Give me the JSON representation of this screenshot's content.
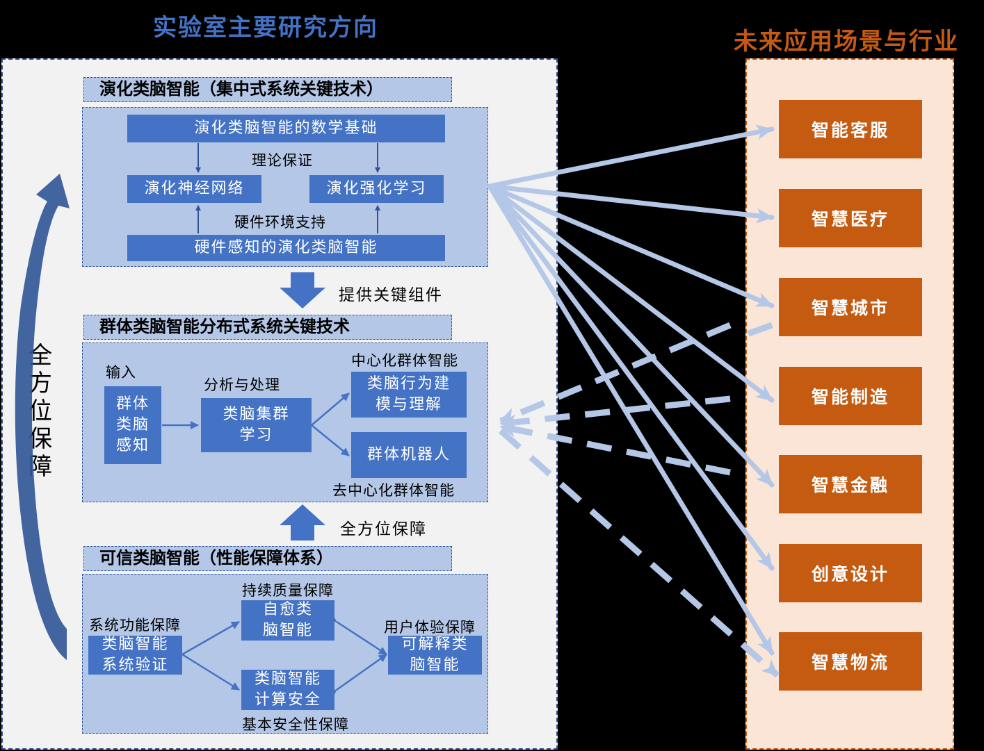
{
  "titles": {
    "left": "实验室主要研究方向",
    "right": "未来应用场景与行业"
  },
  "side_label": "全方位保障",
  "section1": {
    "title": "演化类脑智能（集中式系统关键技术）",
    "top": "演化类脑智能的数学基础",
    "theory_label": "理论保证",
    "left_mid": "演化神经网络",
    "right_mid": "演化强化学习",
    "hw_label": "硬件环境支持",
    "bottom": "硬件感知的演化类脑智能"
  },
  "arrow1_label": "提供关键组件",
  "section2": {
    "title": "群体类脑智能分布式系统关键技术",
    "input_label": "输入",
    "perception": "群体类脑感知",
    "analysis_label": "分析与处理",
    "cluster": "类脑集群学习",
    "central_label": "中心化群体智能",
    "behavior": "类脑行为建模与理解",
    "robot": "群体机器人",
    "decentral_label": "去中心化群体智能"
  },
  "arrow2_label": "全方位保障",
  "section3": {
    "title": "可信类脑智能（性能保障体系）",
    "quality_label": "持续质量保障",
    "self_heal": "自愈类脑智能",
    "func_label": "系统功能保障",
    "verify": "类脑智能系统验证",
    "ux_label": "用户体验保障",
    "explain": "可解释类脑智能",
    "security": "类脑智能计算安全",
    "basic_label": "基本安全性保障"
  },
  "applications": [
    "智能客服",
    "智慧医疗",
    "智慧城市",
    "智能制造",
    "智慧金融",
    "创意设计",
    "智慧物流"
  ],
  "colors": {
    "blue": "#4472C4",
    "light_blue": "#B4C7E7",
    "orange": "#C55A11",
    "peach": "#FBE5D6",
    "panel": "#F2F2F2",
    "connector": "#B4C7E7"
  }
}
